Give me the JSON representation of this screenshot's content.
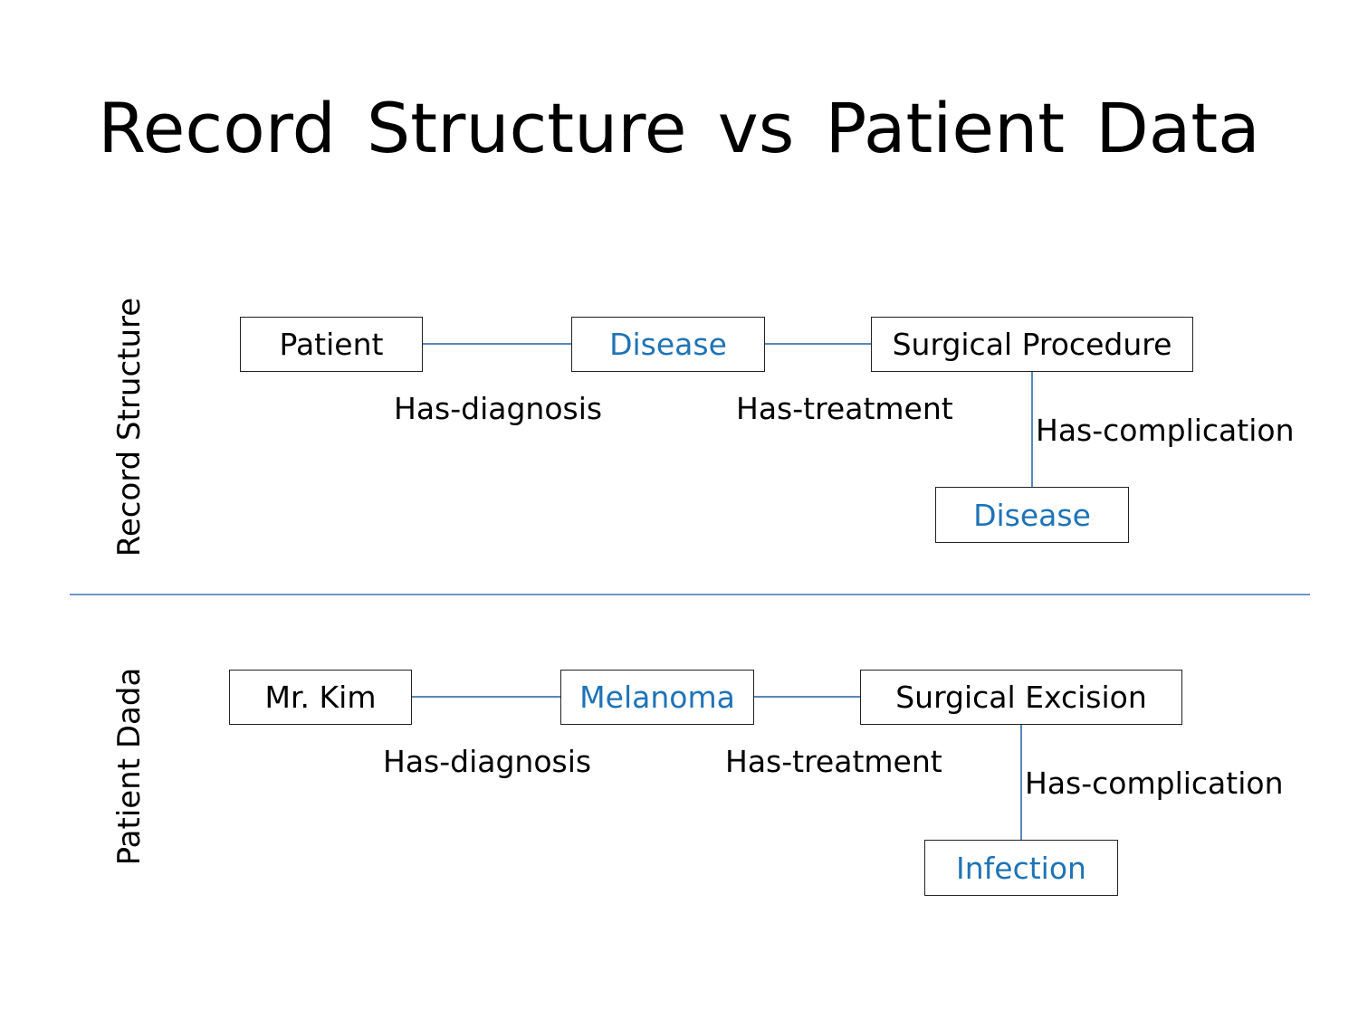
{
  "title": "Record Structure  vs Patient Data",
  "colors": {
    "accent": "#1f73b7",
    "line": "#5b87b8",
    "divider": "#6f95c3"
  },
  "rows": [
    {
      "side_label": "Record Structure",
      "nodes": {
        "subject": "Patient",
        "diagnosis": "Disease",
        "treatment": "Surgical Procedure",
        "complication": "Disease"
      },
      "edges": {
        "diagnosis": "Has-diagnosis",
        "treatment": "Has-treatment",
        "complication": "Has-complication"
      }
    },
    {
      "side_label": "Patient Dada",
      "nodes": {
        "subject": "Mr. Kim",
        "diagnosis": "Melanoma",
        "treatment": "Surgical Excision",
        "complication": "Infection"
      },
      "edges": {
        "diagnosis": "Has-diagnosis",
        "treatment": "Has-treatment",
        "complication": "Has-complication"
      }
    }
  ]
}
